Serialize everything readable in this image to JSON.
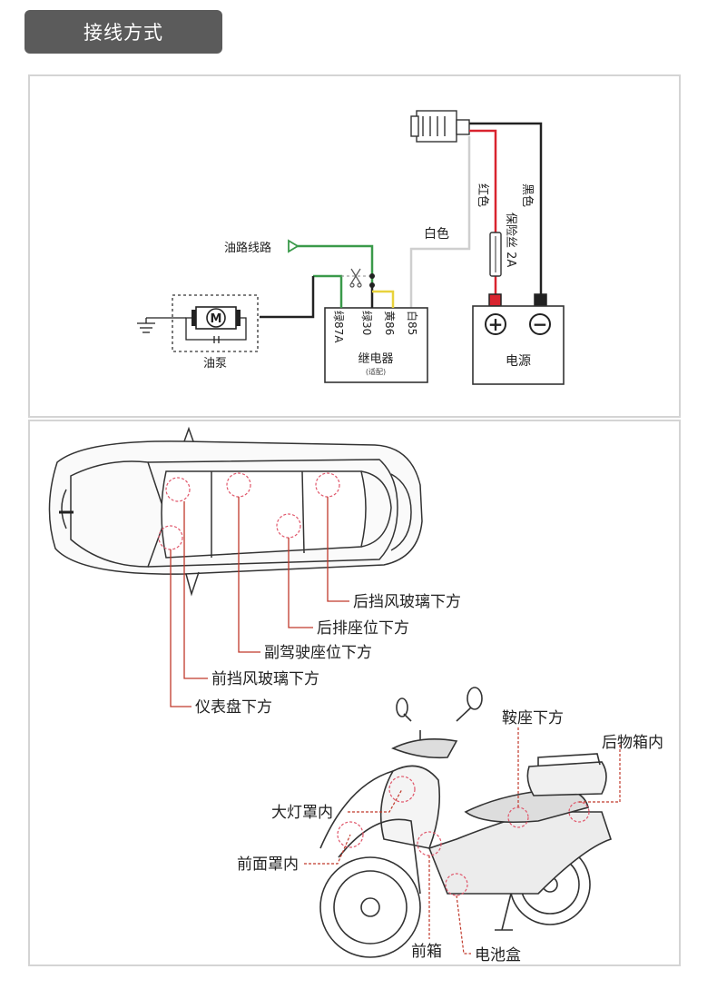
{
  "header": {
    "title": "接线方式"
  },
  "wiring": {
    "oil_line": "油路线路",
    "white_wire": "白色",
    "red_wire": "红色",
    "black_wire": "黑色",
    "fuse": "保险丝 2A",
    "motor_symbol": "M",
    "oil_pump": "油泵",
    "relay_pins": [
      "绿87A",
      "绿30",
      "黄86",
      "白85"
    ],
    "relay_name": "继电器",
    "relay_note": "(适配)",
    "power": "电源",
    "plus": "+",
    "minus": "−",
    "colors": {
      "green": "#3a9a4a",
      "yellow": "#e8d23c",
      "red": "#d9232e",
      "black": "#222222",
      "white_wire": "#cfcfcf"
    }
  },
  "install": {
    "car_locations": [
      "后挡风玻璃下方",
      "后排座位下方",
      "副驾驶座位下方",
      "前挡风玻璃下方",
      "仪表盘下方"
    ],
    "scooter_locations": {
      "seat": "鞍座下方",
      "rear_box": "后物箱内",
      "headlight": "大灯罩内",
      "front_cover": "前面罩内",
      "front_box": "前箱",
      "battery_box": "电池盒"
    },
    "colors": {
      "leader": "#c0392b",
      "circle": "#e0566a"
    }
  }
}
